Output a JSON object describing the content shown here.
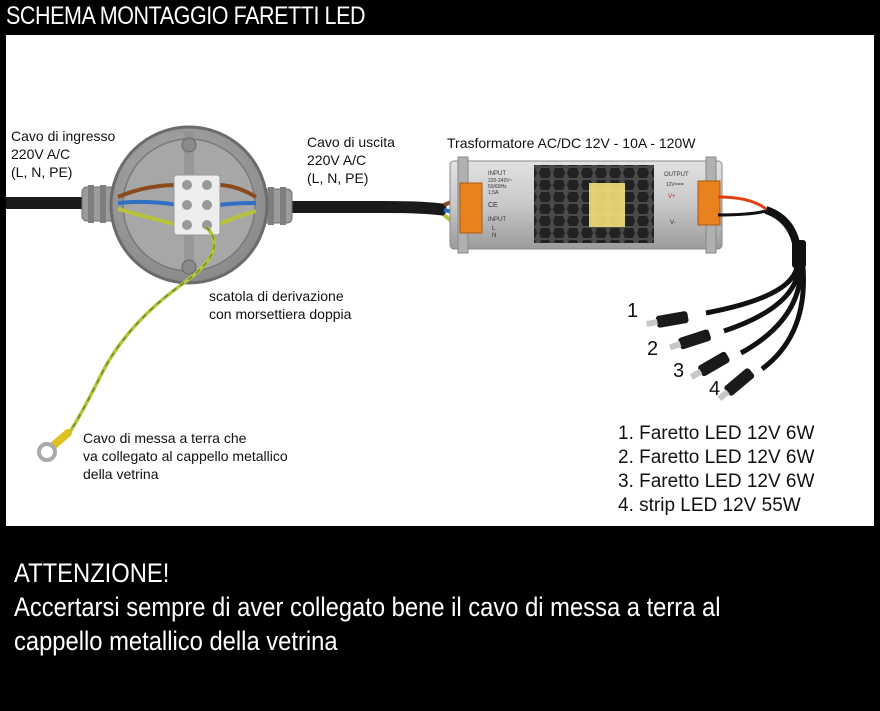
{
  "title": "SCHEMA MONTAGGIO FARETTI LED",
  "labels": {
    "input_cable": [
      "Cavo di ingresso",
      "220V A/C",
      "(L, N, PE)"
    ],
    "output_cable": [
      "Cavo di uscita",
      "220V A/C",
      "(L, N, PE)"
    ],
    "transformer": "Trasformatore AC/DC 12V - 10A - 120W",
    "junction_box": [
      "scatola di derivazione",
      "con morsettiera doppia"
    ],
    "ground_cable": [
      "Cavo di messa a terra che",
      "va collegato al cappello metallico",
      "della vetrina"
    ]
  },
  "psu_text": {
    "input": "INPUT",
    "spec": [
      "220-240V~",
      "50/60Hz",
      "1.5A"
    ],
    "output": "OUTPUT",
    "output_v": "12V===",
    "vplus": "V+",
    "vminus": "V-",
    "input2": "INPUT",
    "l": "L",
    "n": "N",
    "ce": "CE"
  },
  "connector_numbers": [
    "1",
    "2",
    "3",
    "4"
  ],
  "legend": [
    "1. Faretto LED 12V 6W",
    "2. Faretto LED 12V 6W",
    "3. Faretto LED 12V 6W",
    "4. strip LED 12V 55W"
  ],
  "warning": {
    "heading": "ATTENZIONE!",
    "lines": [
      "Accertarsi sempre di aver collegato bene il cavo di messa a terra al",
      "cappello metallico della vetrina"
    ]
  },
  "colors": {
    "background": "#000000",
    "panel": "#ffffff",
    "cable": "#1a1a1a",
    "wire_brown": "#8b4a1c",
    "wire_blue": "#2f6fc4",
    "wire_ground": "#b8c23a",
    "terminal_orange": "#e8821e",
    "psu_body": "#c9c9c9"
  }
}
